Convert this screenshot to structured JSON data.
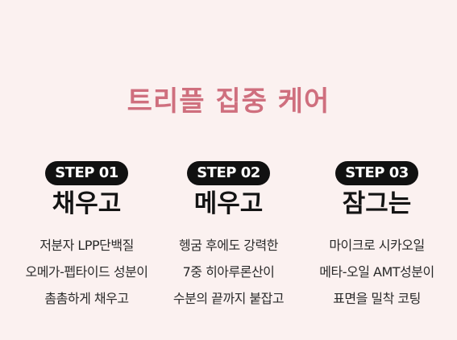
{
  "colors": {
    "background": "#fbf1f0",
    "headline": "#cf6f7e",
    "badge_bg": "#111111",
    "badge_text": "#ffffff",
    "title": "#141414",
    "text": "#2a2a2a"
  },
  "headline": "트리플 집중 케어",
  "steps": [
    {
      "badge": "STEP 01",
      "title": "채우고",
      "lines": [
        "저분자 LPP단백질",
        "오메가-펩타이드 성분이",
        "촘촘하게 채우고"
      ]
    },
    {
      "badge": "STEP 02",
      "title": "메우고",
      "lines": [
        "헹굼 후에도 강력한",
        "7중 히아루론산이",
        "수분의 끝까지 붙잡고"
      ]
    },
    {
      "badge": "STEP 03",
      "title": "잠그는",
      "lines": [
        "마이크로 시카오일",
        "메타-오일 AMT성분이",
        "표면을 밀착 코팅"
      ]
    }
  ]
}
